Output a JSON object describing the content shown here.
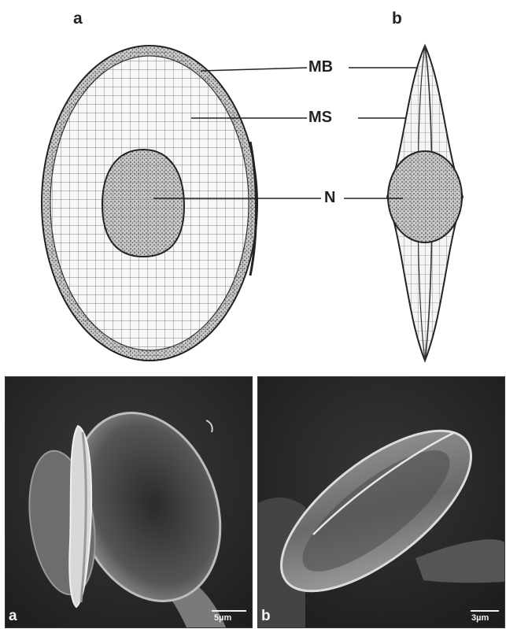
{
  "drawing": {
    "panel_a_letter": "a",
    "panel_b_letter": "b",
    "labels": {
      "membrane": "MB",
      "marginal_system": "MS",
      "nucleus": "N"
    }
  },
  "micrographs": {
    "panel_a_letter": "a",
    "panel_b_letter": "b",
    "scale_a": "5µm",
    "scale_b": "3µm"
  }
}
